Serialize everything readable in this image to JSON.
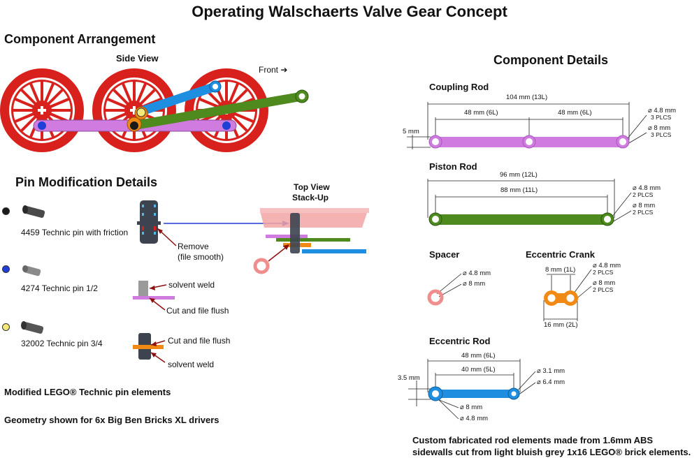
{
  "title": "Operating Walschaerts Valve Gear Concept",
  "arrangement": {
    "heading": "Component Arrangement",
    "side_view": "Side View",
    "front": "Front ➔"
  },
  "pins": {
    "heading": "Pin Modification Details",
    "items": [
      {
        "label": "4459 Technic pin with friction",
        "color": "#1a1a1a"
      },
      {
        "label": "4274 Technic pin 1/2",
        "color": "#1f3fd6"
      },
      {
        "label": "32002 Technic pin 3/4",
        "color": "#f4ea7a"
      }
    ],
    "remove": "Remove",
    "remove_sub": "(file smooth)",
    "solvent_weld_1": "solvent weld",
    "cut_flush_1": "Cut and file flush",
    "cut_flush_2": "Cut and file flush",
    "solvent_weld_2": "solvent weld",
    "top_view_1": "Top View",
    "top_view_2": "Stack-Up",
    "modified": "Modified LEGO® Technic pin elements",
    "geometry": "Geometry shown for 6x Big Ben Bricks XL drivers"
  },
  "details": {
    "heading": "Component Details",
    "coupling": {
      "name": "Coupling Rod",
      "overall": "104 mm (13L)",
      "seg1": "48 mm (6L)",
      "seg2": "48 mm (6L)",
      "height": "5 mm",
      "hole": "⌀ 4.8 mm",
      "hole_qty": "3 PLCS",
      "od": "⌀ 8 mm",
      "od_qty": "3 PLCS"
    },
    "piston": {
      "name": "Piston Rod",
      "overall": "96 mm (12L)",
      "center": "88 mm (11L)",
      "hole": "⌀ 4.8 mm",
      "hole_qty": "2 PLCS",
      "od": "⌀ 8 mm",
      "od_qty": "2 PLCS"
    },
    "spacer": {
      "name": "Spacer",
      "hole": "⌀ 4.8 mm",
      "od": "⌀ 8 mm"
    },
    "crank": {
      "name": "Eccentric Crank",
      "pitch": "8 mm (1L)",
      "hole": "⌀ 4.8 mm",
      "hole_qty": "2 PLCS",
      "od": "⌀ 8 mm",
      "od_qty": "2 PLCS",
      "overall": "16 mm (2L)"
    },
    "eccentric": {
      "name": "Eccentric Rod",
      "overall": "48 mm (6L)",
      "center": "40 mm (5L)",
      "height": "3.5 mm",
      "hole_small": "⌀ 3.1 mm",
      "od_small": "⌀ 6.4 mm",
      "od_large": "⌀ 8 mm",
      "hole_large": "⌀ 4.8 mm"
    },
    "footnote_1": "Custom fabricated rod elements made from 1.6mm ABS",
    "footnote_2": "sidewalls cut from light bluish grey 1x16 LEGO® brick elements."
  },
  "colors": {
    "wheel": "#d8201c",
    "coupling": "#cf7be0",
    "piston": "#4f8a1f",
    "eccentric": "#1e8fe0",
    "crank": "#f08a14",
    "spacer": "#f08e8e"
  }
}
